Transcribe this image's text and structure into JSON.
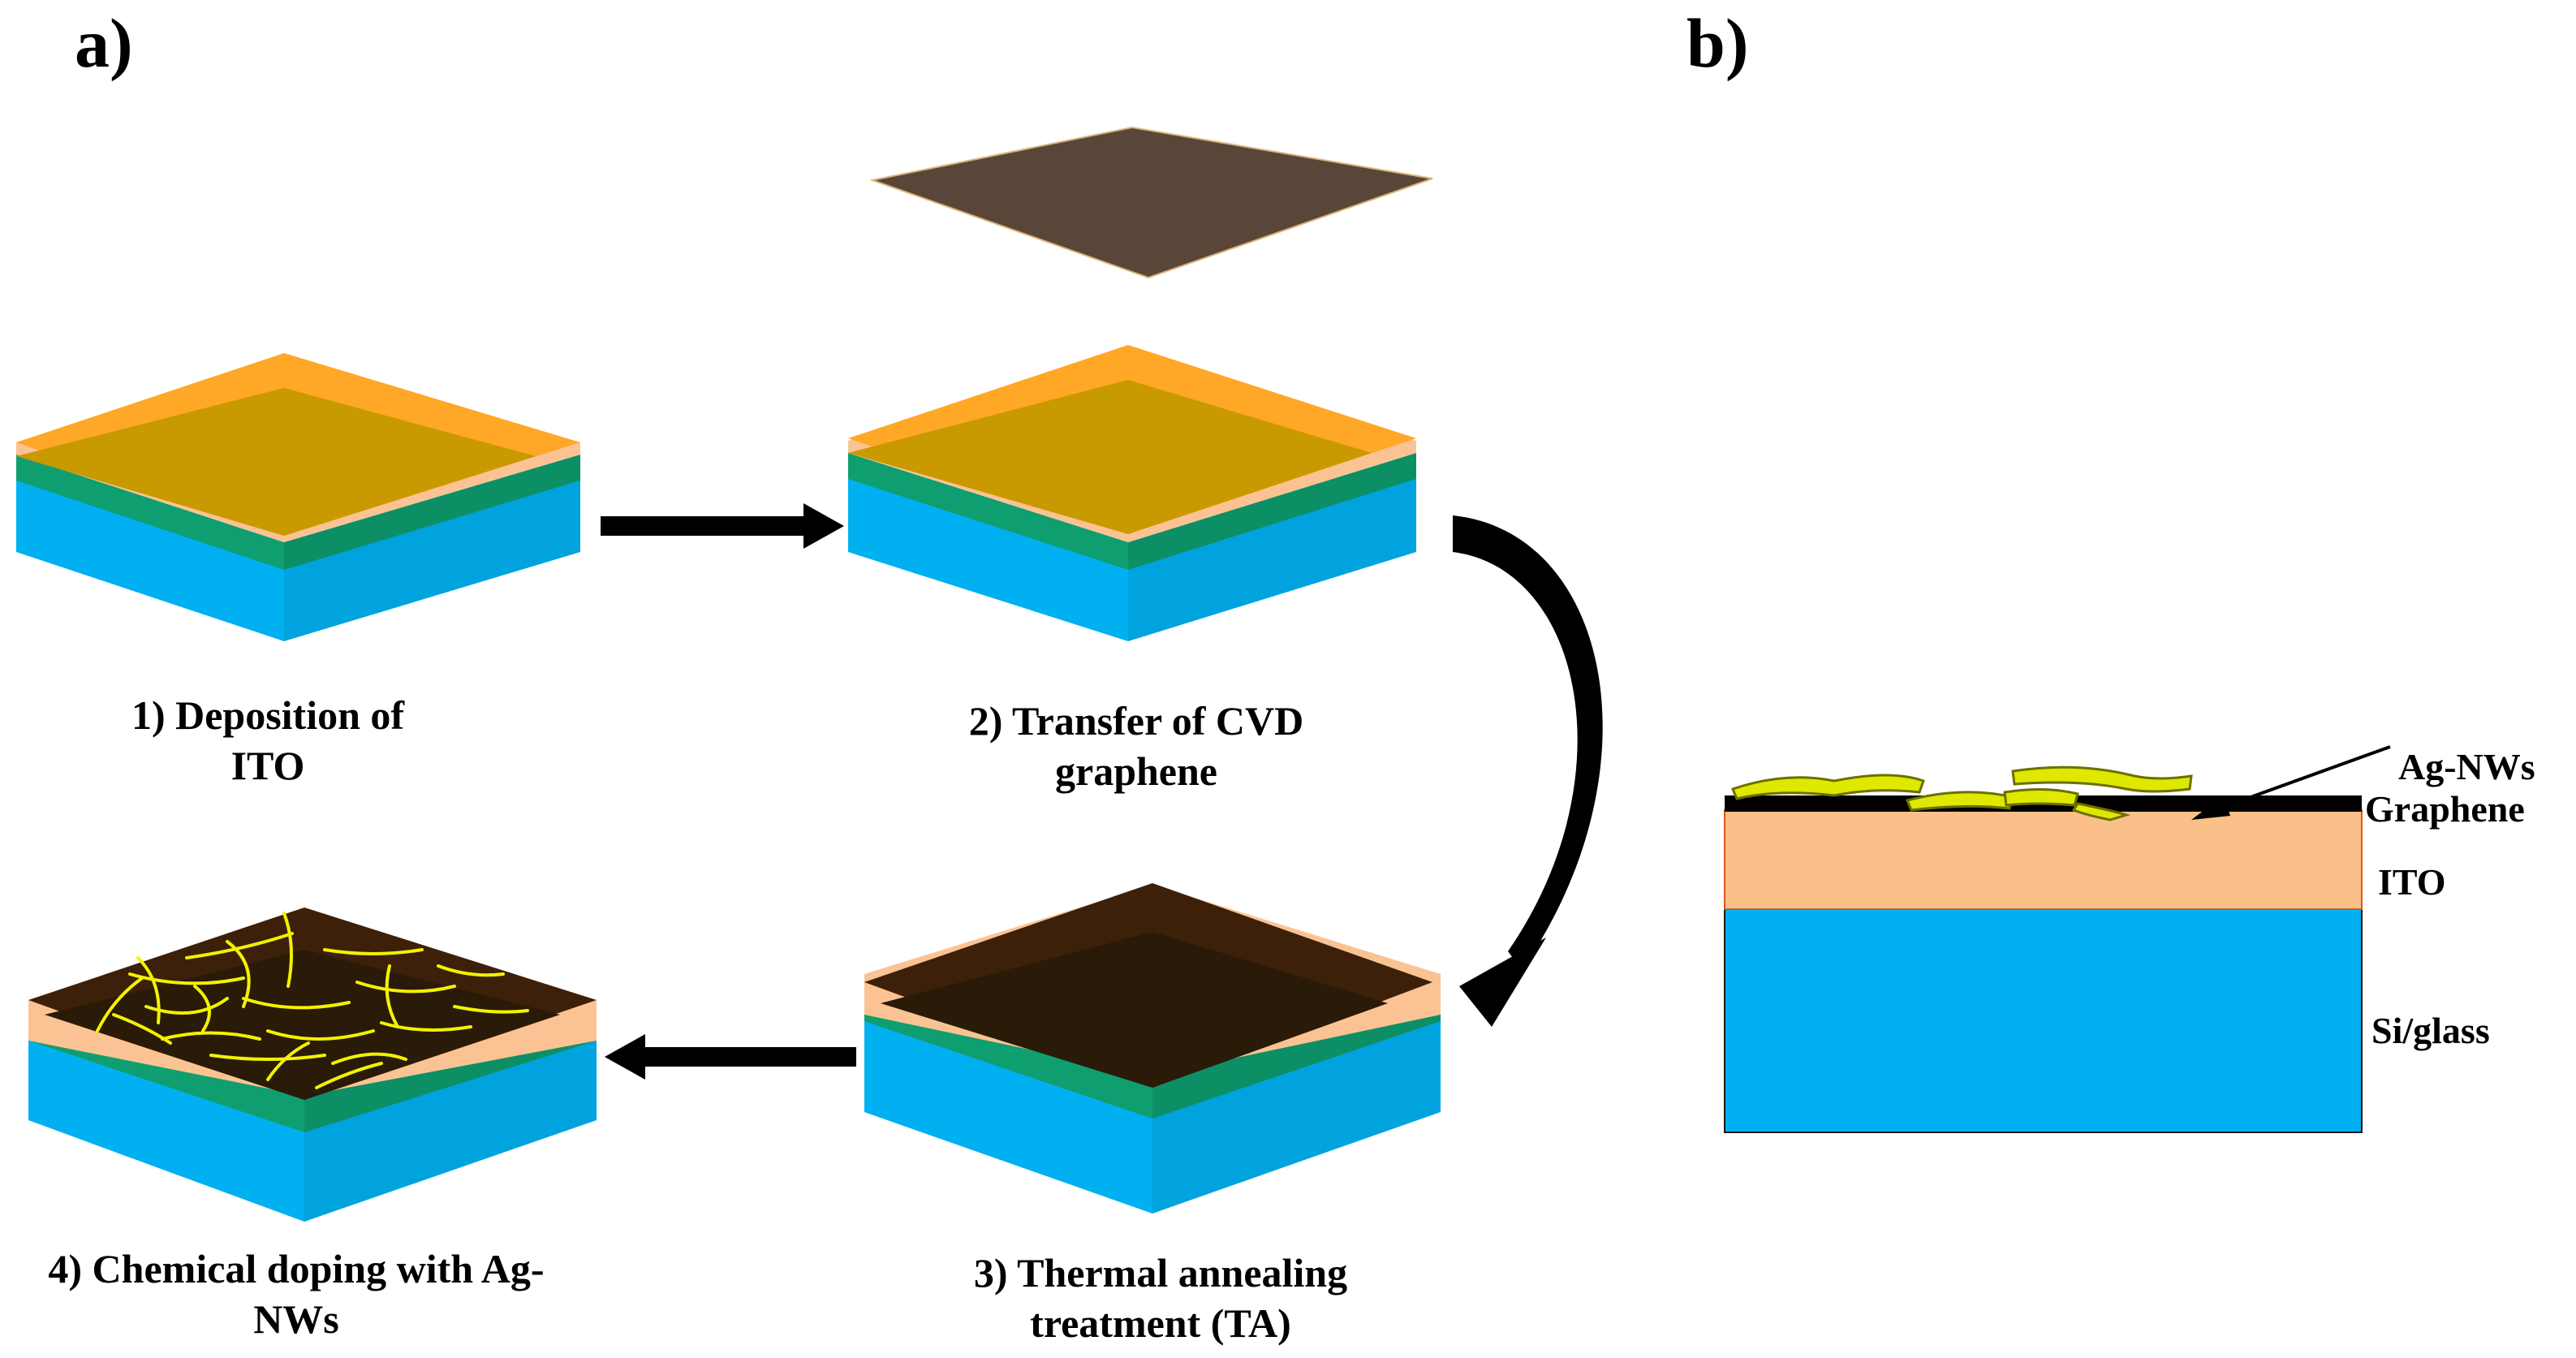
{
  "panel_a": {
    "label": "a)",
    "steps": [
      {
        "lines": [
          "1) Deposition  of",
          "ITO"
        ]
      },
      {
        "lines": [
          "2) Transfer of CVD",
          "graphene"
        ]
      },
      {
        "lines": [
          "3) Thermal annealing",
          "treatment (TA)"
        ]
      },
      {
        "lines": [
          "4) Chemical doping with Ag-",
          "NWs"
        ]
      }
    ]
  },
  "panel_b": {
    "label": "b)",
    "layers": {
      "agnw": "Ag-NWs",
      "graphene": "Graphene",
      "ito": "ITO",
      "substrate": "Si/glass"
    }
  },
  "colors": {
    "substrate": "#00b0f0",
    "substrate_side": "#00a3de",
    "ito_front": "#fbc393",
    "ito_top": "#ffa726",
    "green_overlap": "#0f9e70",
    "ito_under_graphene": "#c89a00",
    "graphene_sheet": "#5a4638",
    "graphene_dark": "#3d200a",
    "graphene_annealed": "#2a1a08",
    "nanowire": "#f2f200",
    "arrow": "#000000"
  }
}
